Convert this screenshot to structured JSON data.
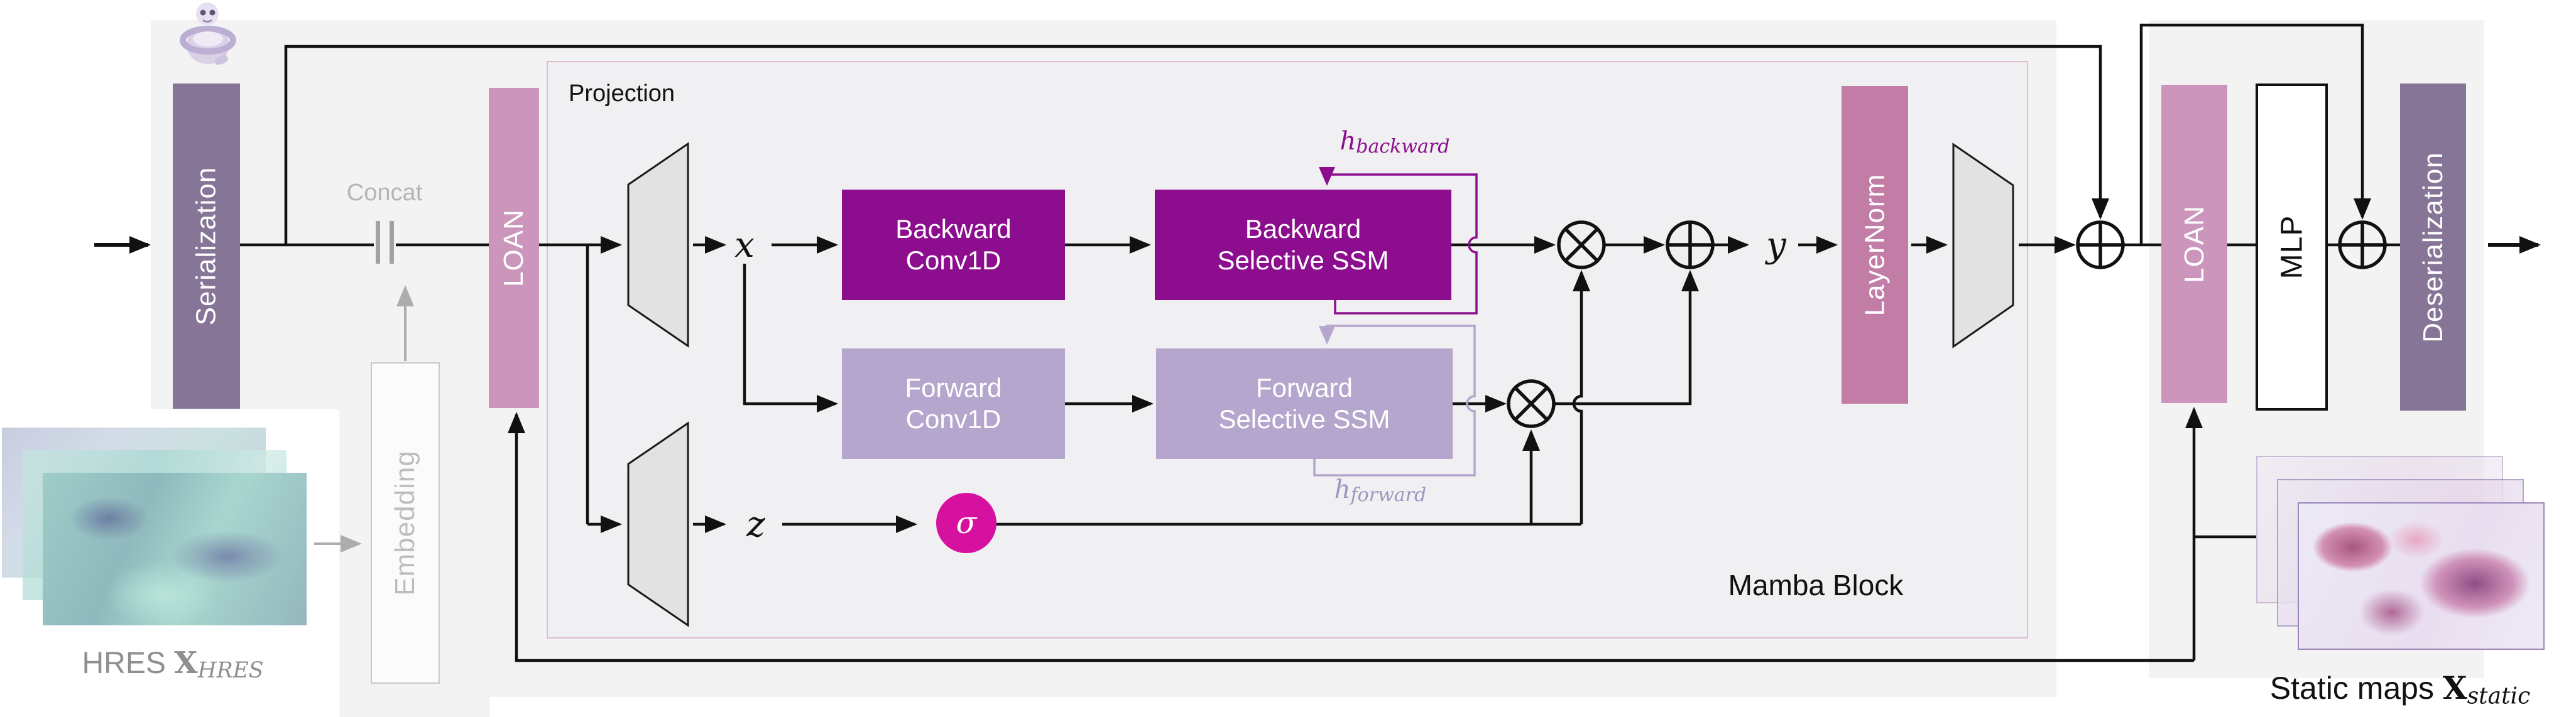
{
  "colors": {
    "panel": "#f4f3f4",
    "mamba-fill": "#f0eff1",
    "mamba-border": "#ddb9d3",
    "ser-purple": "#867596",
    "loan-pink": "#cc96bc",
    "layernorm-mauve": "#c27da7",
    "backward-purple": "#8c0e8e",
    "forward-lavender": "#b4a6cc",
    "sigma-magenta": "#d6109f",
    "line": "#111111",
    "gray-soft": "#b5b5b5"
  },
  "input_stage": {
    "serialization": "Serialization",
    "concat": "Concat",
    "embedding": "Embedding",
    "loan": "LOAN",
    "hres_prefix": "HRES",
    "hres_var": "X",
    "hres_sub": "HRES"
  },
  "mamba_block": {
    "title": "Mamba Block",
    "projection": "Projection",
    "backward_conv": {
      "line1": "Backward",
      "line2": "Conv1D"
    },
    "backward_ssm": {
      "line1": "Backward",
      "line2": "Selective SSM"
    },
    "forward_conv": {
      "line1": "Forward",
      "line2": "Conv1D"
    },
    "forward_ssm": {
      "line1": "Forward",
      "line2": "Selective SSM"
    },
    "h_backward": {
      "base": "h",
      "sub": "backward"
    },
    "h_forward": {
      "base": "h",
      "sub": "forward"
    },
    "signal_x": "x",
    "signal_z": "z",
    "signal_y": "y",
    "sigma": "σ",
    "layernorm": "LayerNorm"
  },
  "output_stage": {
    "loan": "LOAN",
    "mlp": "MLP",
    "deserialization": "Deserialization",
    "static_prefix": "Static maps",
    "static_var": "X",
    "static_sub": "static"
  }
}
